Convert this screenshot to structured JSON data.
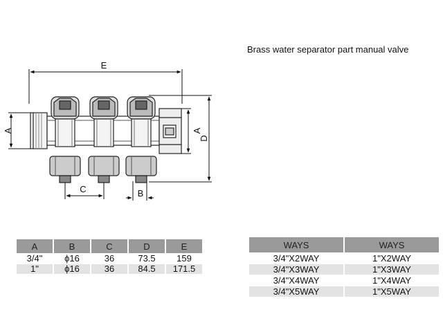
{
  "title": "Brass water separator part manual valve",
  "drawing": {
    "labels": {
      "A_left": "A",
      "A_right": "A",
      "B": "B",
      "C": "C",
      "D": "D",
      "E": "E"
    }
  },
  "dimensions_table": {
    "headers": [
      "A",
      "B",
      "C",
      "D",
      "E"
    ],
    "rows": [
      [
        "3/4\"",
        "ϕ16",
        "36",
        "73.5",
        "159"
      ],
      [
        "1\"",
        "ϕ16",
        "36",
        "84.5",
        "171.5"
      ]
    ]
  },
  "ways_table": {
    "headers": [
      "WAYS",
      "WAYS"
    ],
    "rows": [
      [
        "3/4\"X2WAY",
        "1\"X2WAY"
      ],
      [
        "3/4\"X3WAY",
        "1\"X3WAY"
      ],
      [
        "3/4\"X4WAY",
        "1\"X4WAY"
      ],
      [
        "3/4\"X5WAY",
        "1\"X5WAY"
      ]
    ]
  }
}
